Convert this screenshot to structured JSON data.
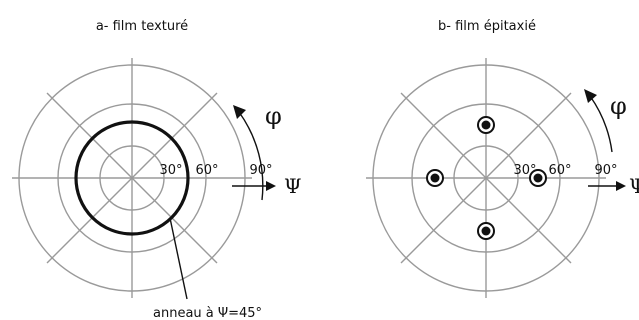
{
  "colors": {
    "grid": "#9a9a9a",
    "ink": "#111111",
    "background": "#ffffff"
  },
  "panel_a": {
    "title": "a- film texturé",
    "tick_labels": [
      "30°",
      "60°",
      "90°"
    ],
    "psi_symbol": "Ψ",
    "phi_symbol": "φ",
    "ring_annotation": "anneau à Ψ=45°"
  },
  "panel_b": {
    "title": "b- film épitaxié",
    "tick_labels": [
      "30°",
      "60°",
      "90°"
    ],
    "psi_symbol": "Ψ",
    "phi_symbol": "φ",
    "pole_count": 4
  }
}
